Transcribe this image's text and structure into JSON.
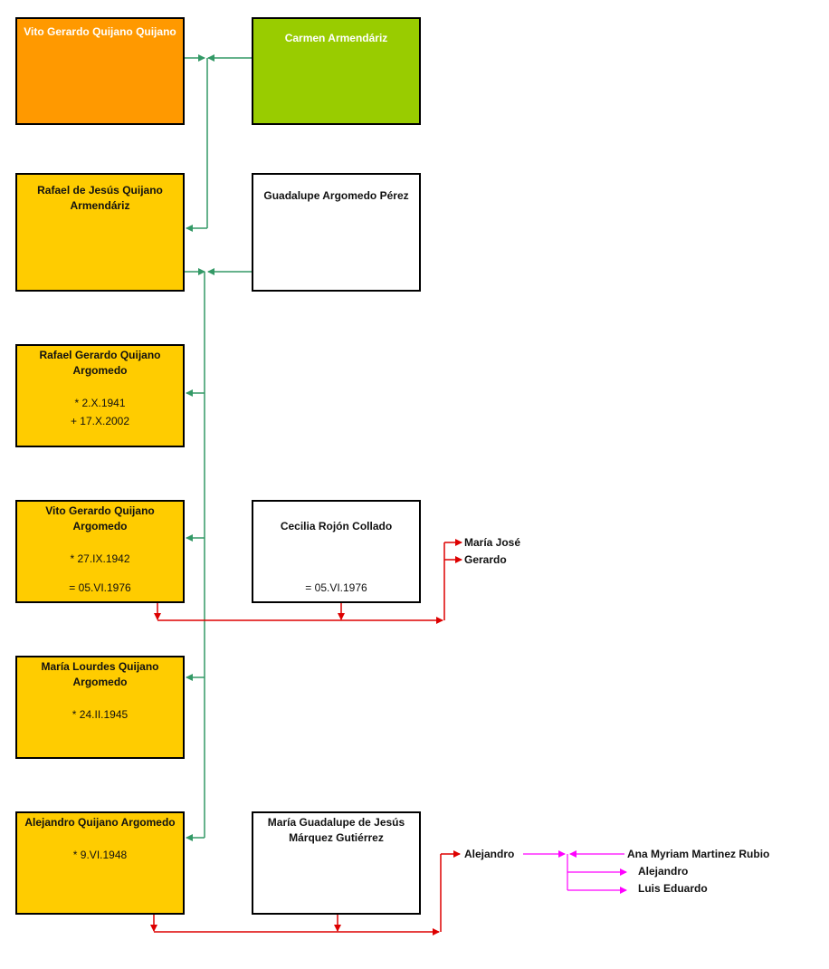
{
  "persons": {
    "vito_sr": {
      "name": "Vito Gerardo Quijano Quijano"
    },
    "carmen": {
      "name": "Carmen Armendáriz"
    },
    "rafael_j": {
      "name": "Rafael de Jesús Quijano Armendáriz"
    },
    "guadalupe": {
      "name": "Guadalupe Argomedo Pérez"
    },
    "rafael_g": {
      "name": "Rafael Gerardo Quijano Argomedo",
      "birth": "* 2.X.1941",
      "death": "+ 17.X.2002"
    },
    "vito_jr": {
      "name": "Vito Gerardo Quijano Argomedo",
      "birth": "* 27.IX.1942",
      "marriage": "= 05.VI.1976"
    },
    "cecilia": {
      "name": "Cecilia Rojón Collado",
      "marriage": "= 05.VI.1976"
    },
    "maria_l": {
      "name": "María Lourdes Quijano Argomedo",
      "birth": "* 24.II.1945"
    },
    "alejandro": {
      "name": "Alejandro Quijano Argomedo",
      "birth": "* 9.VI.1948"
    },
    "maria_g": {
      "name": "María Guadalupe de Jesús Márquez Gutiérrez"
    }
  },
  "children": {
    "vito_cecilia": [
      "María José",
      "Gerardo"
    ],
    "alejandro_maria": [
      "Alejandro"
    ],
    "alejandro_ana": [
      "Alejandro",
      "Luis Eduardo"
    ]
  },
  "spouse_of_alejandro_jr": "Ana Myriam Martinez Rubio",
  "colors": {
    "ancestor": "#ff9900",
    "spouse_of_ancestor": "#99cc00",
    "descendant": "#ffcc00",
    "spouse": "#ffffff",
    "lineage_line": "#339966",
    "marriage_line": "#dd0000",
    "grandchild_line": "#ff00ff"
  }
}
